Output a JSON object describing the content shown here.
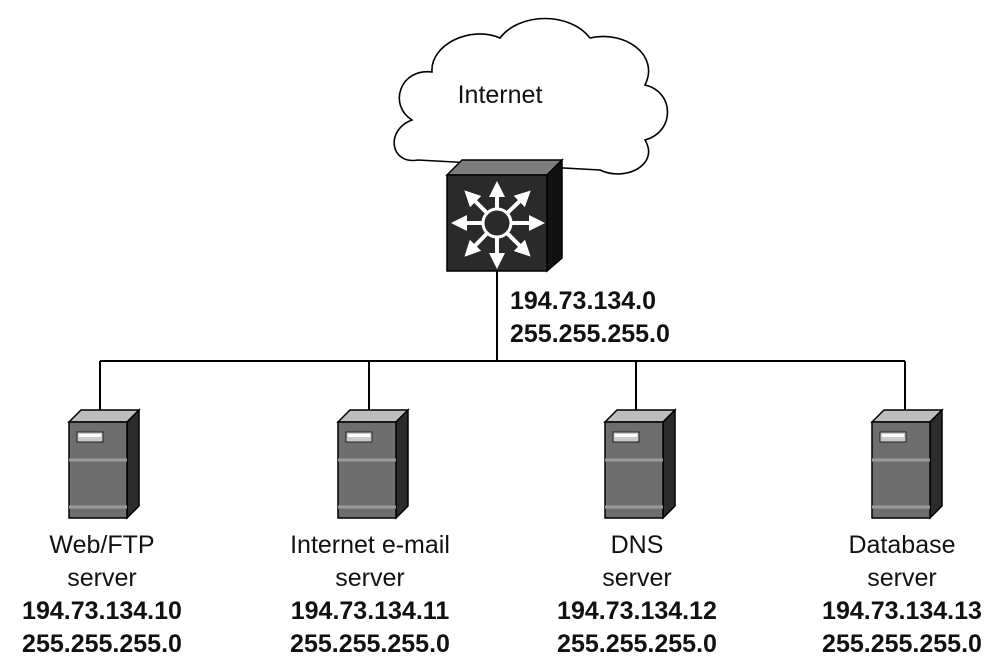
{
  "internet": {
    "label": "Internet"
  },
  "network": {
    "address": "194.73.134.0",
    "mask": "255.255.255.0"
  },
  "servers": [
    {
      "name_line1": "Web/FTP",
      "name_line2": "server",
      "ip": "194.73.134.10",
      "mask": "255.255.255.0"
    },
    {
      "name_line1": "Internet e-mail",
      "name_line2": "server",
      "ip": "194.73.134.11",
      "mask": "255.255.255.0"
    },
    {
      "name_line1": "DNS",
      "name_line2": "server",
      "ip": "194.73.134.12",
      "mask": "255.255.255.0"
    },
    {
      "name_line1": "Database",
      "name_line2": "server",
      "ip": "194.73.134.13",
      "mask": "255.255.255.0"
    }
  ],
  "icons": {
    "cloud": "internet-cloud-icon",
    "switch": "layer3-switch-icon",
    "server": "server-tower-icon"
  },
  "colors": {
    "switch_face": "#2a2a2a",
    "server_body": "#6e6e6e",
    "line": "#000000"
  }
}
